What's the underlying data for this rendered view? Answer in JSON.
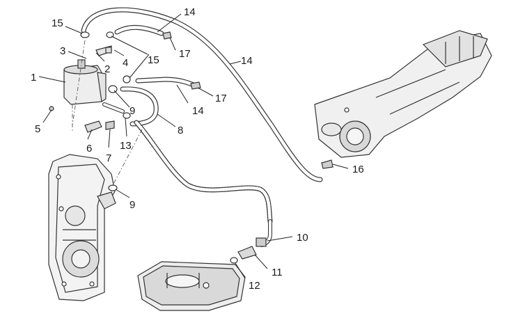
{
  "callouts": {
    "c1": "1",
    "c2": "2",
    "c3": "3",
    "c4": "4",
    "c5": "5",
    "c6": "6",
    "c7": "7",
    "c8": "8",
    "c9a": "9",
    "c9b": "9",
    "c10": "10",
    "c11": "11",
    "c12": "12",
    "c13": "13",
    "c14a": "14",
    "c14b": "14",
    "c14c": "14",
    "c15a": "15",
    "c15b": "15",
    "c16": "16",
    "c17a": "17",
    "c17b": "17"
  },
  "colors": {
    "line": "#333333",
    "fill": "#f2f2f2",
    "shade": "#c8c8c8",
    "text": "#1a1a1a"
  }
}
